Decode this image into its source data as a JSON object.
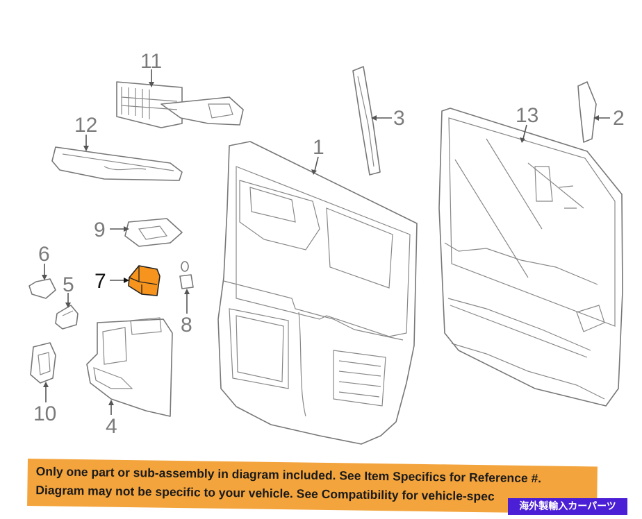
{
  "callouts": [
    {
      "id": "1",
      "label": "1",
      "highlighted": false
    },
    {
      "id": "2",
      "label": "2",
      "highlighted": false
    },
    {
      "id": "3",
      "label": "3",
      "highlighted": false
    },
    {
      "id": "4",
      "label": "4",
      "highlighted": false
    },
    {
      "id": "5",
      "label": "5",
      "highlighted": false
    },
    {
      "id": "6",
      "label": "6",
      "highlighted": false
    },
    {
      "id": "7",
      "label": "7",
      "highlighted": true
    },
    {
      "id": "8",
      "label": "8",
      "highlighted": false
    },
    {
      "id": "9",
      "label": "9",
      "highlighted": false
    },
    {
      "id": "10",
      "label": "10",
      "highlighted": false
    },
    {
      "id": "11",
      "label": "11",
      "highlighted": false
    },
    {
      "id": "12",
      "label": "12",
      "highlighted": false
    },
    {
      "id": "13",
      "label": "13",
      "highlighted": false
    }
  ],
  "highlight_color": "#f7941d",
  "banner": {
    "line1": "Only one part or sub-assembly in diagram included. See Item Specifics for Reference #.",
    "line2": "Diagram may not be specific to your vehicle. See Compatibility for vehicle-spec",
    "background": "#f4a43c"
  },
  "badge": {
    "text": "海外製輸入カーパーツ",
    "background": "#4b1fd6"
  }
}
